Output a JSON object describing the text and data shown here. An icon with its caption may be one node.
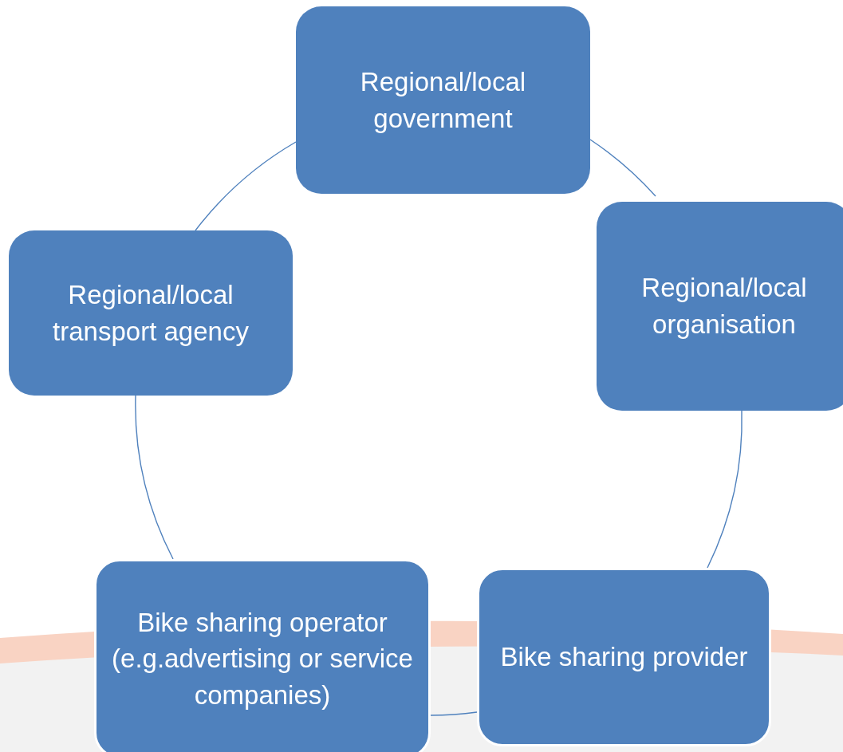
{
  "diagram": {
    "nodes": [
      {
        "text": [
          "Regional/local government"
        ]
      },
      {
        "text": [
          "Regional/local organisation"
        ]
      },
      {
        "text": [
          "Bike sharing provider"
        ]
      },
      {
        "text": [
          "Bike sharing operator (e.g.advertising or service companies)"
        ]
      },
      {
        "text": [
          "Regional/local transport agency"
        ]
      }
    ],
    "edges": [
      {
        "from": 0,
        "to": 1,
        "arrow": "none"
      },
      {
        "from": 1,
        "to": 2,
        "arrow": "none"
      },
      {
        "from": 2,
        "to": 3,
        "arrow": "none"
      },
      {
        "from": 3,
        "to": 4,
        "arrow": "none"
      },
      {
        "from": 4,
        "to": 0,
        "arrow": "none"
      }
    ]
  }
}
